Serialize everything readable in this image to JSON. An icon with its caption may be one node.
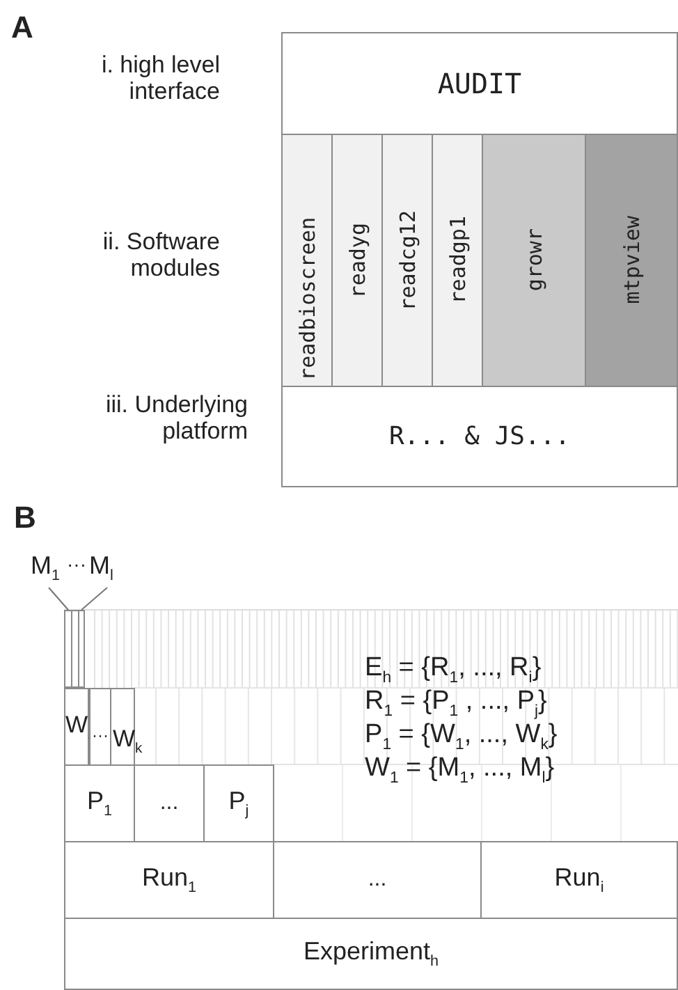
{
  "diagram": {
    "nodes": [
      {
        "text": [
          "AUDIT"
        ]
      },
      {
        "text": [
          "readbioscreen"
        ]
      },
      {
        "text": [
          "readyg"
        ]
      },
      {
        "text": [
          "readcg12"
        ]
      },
      {
        "text": [
          "readgp1"
        ]
      },
      {
        "text": [
          "growr"
        ]
      },
      {
        "text": [
          "mtpview"
        ]
      },
      {
        "text": [
          "R... & JS..."
        ]
      },
      {
        "text": [
          "M$_{1}$"
        ]
      },
      {
        "text": [
          "M$_{l}$"
        ]
      },
      {
        "text": [],
        "shape": "box"
      },
      {
        "text": [],
        "shape": "box"
      },
      {
        "text": [],
        "shape": "box"
      },
      {
        "text": [
          "W$_{1}$"
        ]
      },
      {
        "text": [
          "···"
        ]
      },
      {
        "text": [
          "W$_{k}$"
        ]
      },
      {
        "text": [
          "P$_{1}$"
        ]
      },
      {
        "text": [
          "..."
        ]
      },
      {
        "text": [
          "P$_{j}$"
        ]
      },
      {
        "text": [
          "Run$_{1}$"
        ]
      },
      {
        "text": [
          "..."
        ]
      },
      {
        "text": [
          "Run$_{i}$"
        ]
      },
      {
        "text": [
          "Experiment$_{h}$"
        ]
      }
    ],
    "edges": [
      {
        "from": 8,
        "to": 10,
        "arrow": "none"
      },
      {
        "from": 9,
        "to": 12,
        "arrow": "none"
      }
    ],
    "labels": [
      "A",
      "i. high level interface",
      "ii. Software modules",
      "iii. Underlying platform",
      "B",
      "···",
      "E$_{h}$ = {R$_{1}$, ..., R$_{i}$}",
      "R$_{1}$ = {P$_{1}$ , ..., P$_{j}$}",
      "P$_{1}$ = {W$_{1}$, ..., W$_{k}$}",
      "W$_{1}$ = {M$_{1}$, ..., M$_{l}$}"
    ]
  }
}
